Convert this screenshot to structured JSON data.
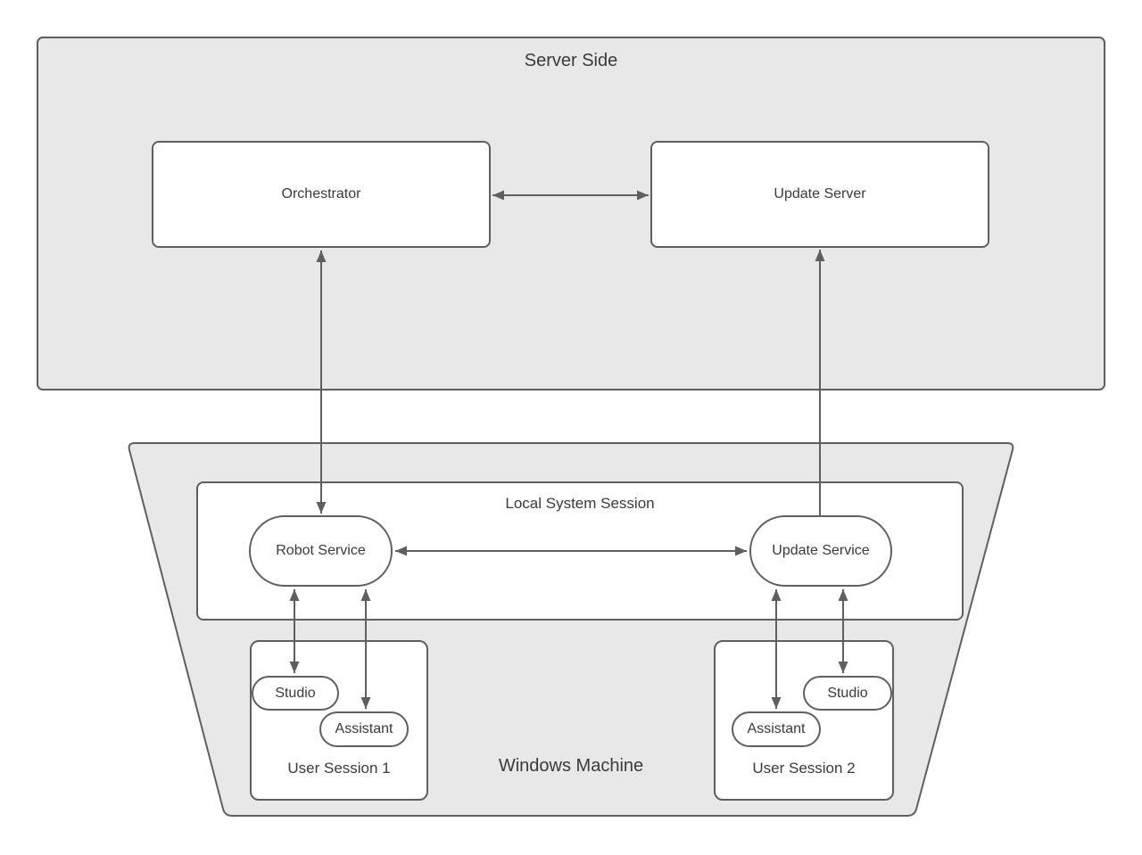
{
  "colors": {
    "container-fill": "#e8e8e8",
    "node-fill": "#ffffff",
    "stroke": "#5f5f5f",
    "text": "#3a3a3a"
  },
  "containers": {
    "server_side": {
      "label": "Server Side"
    },
    "windows_machine": {
      "label": "Windows Machine"
    },
    "local_system_session": {
      "label": "Local System Session"
    },
    "user_session_1": {
      "label": "User Session 1"
    },
    "user_session_2": {
      "label": "User Session 2"
    }
  },
  "nodes": {
    "orchestrator": {
      "label": "Orchestrator"
    },
    "update_server": {
      "label": "Update Server"
    },
    "robot_service": {
      "label": "Robot Service"
    },
    "update_service": {
      "label": "Update Service"
    },
    "studio_session1": {
      "label": "Studio"
    },
    "assistant_session1": {
      "label": "Assistant"
    },
    "assistant_session2": {
      "label": "Assistant"
    },
    "studio_session2": {
      "label": "Studio"
    }
  },
  "edges": [
    {
      "id": "orchestrator-update-server",
      "from": "Orchestrator",
      "to": "Update Server",
      "direction": "bidirectional"
    },
    {
      "id": "orchestrator-robot-service",
      "from": "Orchestrator",
      "to": "Robot Service",
      "direction": "bidirectional"
    },
    {
      "id": "update-service-update-server",
      "from": "Update Service",
      "to": "Update Server",
      "direction": "up"
    },
    {
      "id": "robot-service-update-service",
      "from": "Robot Service",
      "to": "Update Service",
      "direction": "bidirectional"
    },
    {
      "id": "robot-service-studio1",
      "from": "Robot Service",
      "to": "Studio (User Session 1)",
      "direction": "bidirectional"
    },
    {
      "id": "robot-service-assistant1",
      "from": "Robot Service",
      "to": "Assistant (User Session 1)",
      "direction": "bidirectional"
    },
    {
      "id": "update-service-assistant2",
      "from": "Update Service",
      "to": "Assistant (User Session 2)",
      "direction": "bidirectional"
    },
    {
      "id": "update-service-studio2",
      "from": "Update Service",
      "to": "Studio (User Session 2)",
      "direction": "bidirectional"
    }
  ]
}
